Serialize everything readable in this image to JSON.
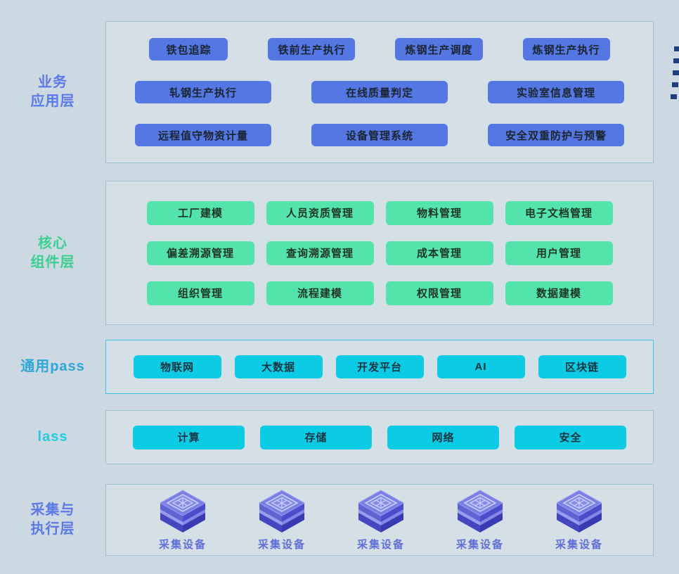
{
  "page": {
    "background": "#ccd9e2",
    "panel_border": "#7cafc8",
    "paas_panel_border": "#3fc4da"
  },
  "decor": {
    "right_edge_dash_count": 5,
    "dash_color": "#1e3f7e"
  },
  "layers": [
    {
      "id": "business",
      "label_lines": [
        "业务",
        "应用层"
      ],
      "label_color": "#5b79e8",
      "node_color": "#5477e3",
      "rows": [
        [
          "铁包追踪",
          "铁前生产执行",
          "炼钢生产调度",
          "炼钢生产执行"
        ],
        [
          "轧钢生产执行",
          "在线质量判定",
          "实验室信息管理"
        ],
        [
          "远程值守物资计量",
          "设备管理系统",
          "安全双重防护与预警"
        ]
      ]
    },
    {
      "id": "core",
      "label_lines": [
        "核心",
        "组件层"
      ],
      "label_color": "#3bcf90",
      "node_color": "#53e3ab",
      "rows": [
        [
          "工厂建模",
          "人员资质管理",
          "物料管理",
          "电子文档管理"
        ],
        [
          "偏差溯源管理",
          "查询溯源管理",
          "成本管理",
          "用户管理"
        ],
        [
          "组织管理",
          "流程建模",
          "权限管理",
          "数据建模"
        ]
      ]
    },
    {
      "id": "paas",
      "label_lines": [
        "通用pass"
      ],
      "label_color": "#2fa6d8",
      "node_color": "#0bcbe5",
      "rows": [
        [
          "物联网",
          "大数据",
          "开发平台",
          "AI",
          "区块链"
        ]
      ]
    },
    {
      "id": "iaas",
      "label_lines": [
        "lass"
      ],
      "label_color": "#23cbe0",
      "node_color": "#0bcbe5",
      "rows": [
        [
          "计算",
          "存储",
          "网络",
          "安全"
        ]
      ]
    },
    {
      "id": "device",
      "label_lines": [
        "采集与",
        "执行层"
      ],
      "label_color": "#5b79e8",
      "devices": [
        "采集设备",
        "采集设备",
        "采集设备",
        "采集设备",
        "采集设备"
      ]
    }
  ]
}
